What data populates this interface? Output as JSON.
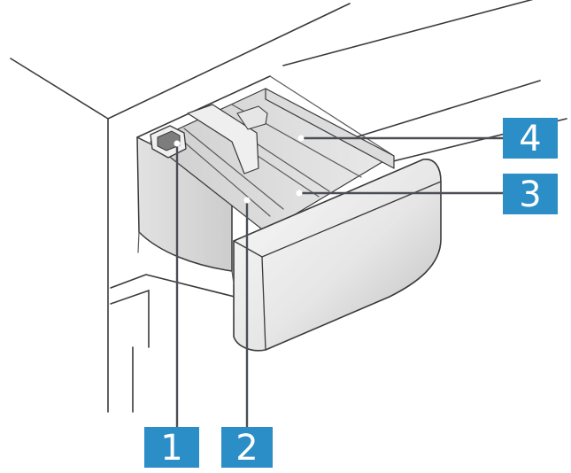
{
  "callouts": [
    {
      "id": "1",
      "label": "1"
    },
    {
      "id": "2",
      "label": "2"
    },
    {
      "id": "3",
      "label": "3"
    },
    {
      "id": "4",
      "label": "4"
    }
  ],
  "colors": {
    "badge": "#2b8ec6",
    "badge_text": "#ffffff",
    "line_art": "#3a3a3a",
    "drawer_front_light": "#f4f4f4",
    "drawer_front_shadow": "#c9c9c9",
    "compartment_fill": "#d8d8d8",
    "leader_line": "#4b4f54"
  }
}
